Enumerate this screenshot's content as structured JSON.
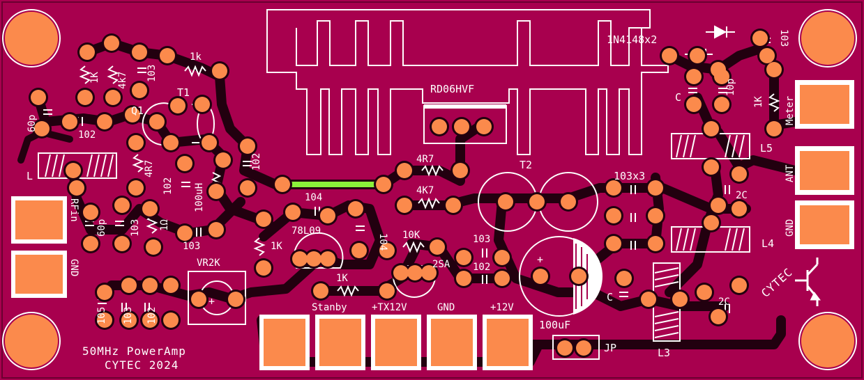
{
  "board": {
    "title": "50MHz PowerAmp",
    "credit": "CYTEC  2024",
    "logo_text": "CYTEC",
    "colors": {
      "board": "#a8004e",
      "pad": "#fb8a4c",
      "silk": "#ffffff",
      "trace_gap": "#22000f",
      "jumper": "#8bf03a"
    }
  },
  "labels": {
    "rd06": "RD06HVF",
    "diodes": "1N4148x2",
    "c103_top": "103",
    "c_top": "C",
    "c10p": "10p",
    "r1k_meter": "1K",
    "meter": "Meter",
    "l5": "L5",
    "ant": "ANT",
    "c103x3": "103x3",
    "c2c_top": "2C",
    "gnd_right": "GND",
    "l4": "L4",
    "t2": "T2",
    "c_bottom": "C",
    "c2c_bottom": "2C",
    "l3": "L3",
    "c100uf": "100uF",
    "jp": "JP",
    "r1k_top": "1k",
    "r1k_left": "1K",
    "r4k7_left": "4k7",
    "c103_left": "103",
    "t1": "T1",
    "q1": "Q1",
    "c60p_top": "60p",
    "c102_left": "102",
    "r4r7_left": "4R7",
    "c102_mid": "102",
    "l100uh": "100uH",
    "c102_right": "102",
    "l": "L",
    "rfin": "RFin",
    "c60p_bottom": "60p",
    "c103_a": "103",
    "r1r": "1Ω",
    "c103_b": "103",
    "r4r7_mid": "4R7",
    "r4k7_mid": "4K7",
    "c104_a": "104",
    "reg": "78L09",
    "c104_b": "104",
    "r1k_reg": "1K",
    "r10k": "10K",
    "sa": "2SA",
    "c103_c": "103",
    "c102_c": "102",
    "vr": "VR2K",
    "gnd_left": "GND",
    "c105": "105",
    "c103_d": "103",
    "c102_d": "102",
    "r1k_stanby": "1K",
    "stanby": "Stanby",
    "tx12v": "+TX12V",
    "gnd_bottom": "GND",
    "v12": "+12V"
  }
}
